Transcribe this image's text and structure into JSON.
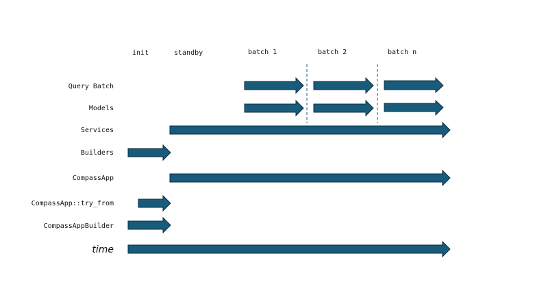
{
  "phases": [
    {
      "id": "init",
      "label": "init"
    },
    {
      "id": "standby",
      "label": "standby"
    },
    {
      "id": "batch1",
      "label": "batch 1"
    },
    {
      "id": "batch2",
      "label": "batch 2"
    },
    {
      "id": "batchn",
      "label": "batch n"
    }
  ],
  "rows": [
    {
      "id": "query-batch",
      "label": "Query Batch"
    },
    {
      "id": "models",
      "label": "Models"
    },
    {
      "id": "services",
      "label": "Services"
    },
    {
      "id": "builders",
      "label": "Builders"
    },
    {
      "id": "compassapp",
      "label": "CompassApp"
    },
    {
      "id": "try-from",
      "label": "CompassApp::try_from"
    },
    {
      "id": "compassappbuilder",
      "label": "CompassAppBuilder"
    },
    {
      "id": "time",
      "label": "time"
    }
  ],
  "colors": {
    "arrow": "#185b7a",
    "arrow_outline": "#0d2f40",
    "divider": "#185b7a"
  }
}
